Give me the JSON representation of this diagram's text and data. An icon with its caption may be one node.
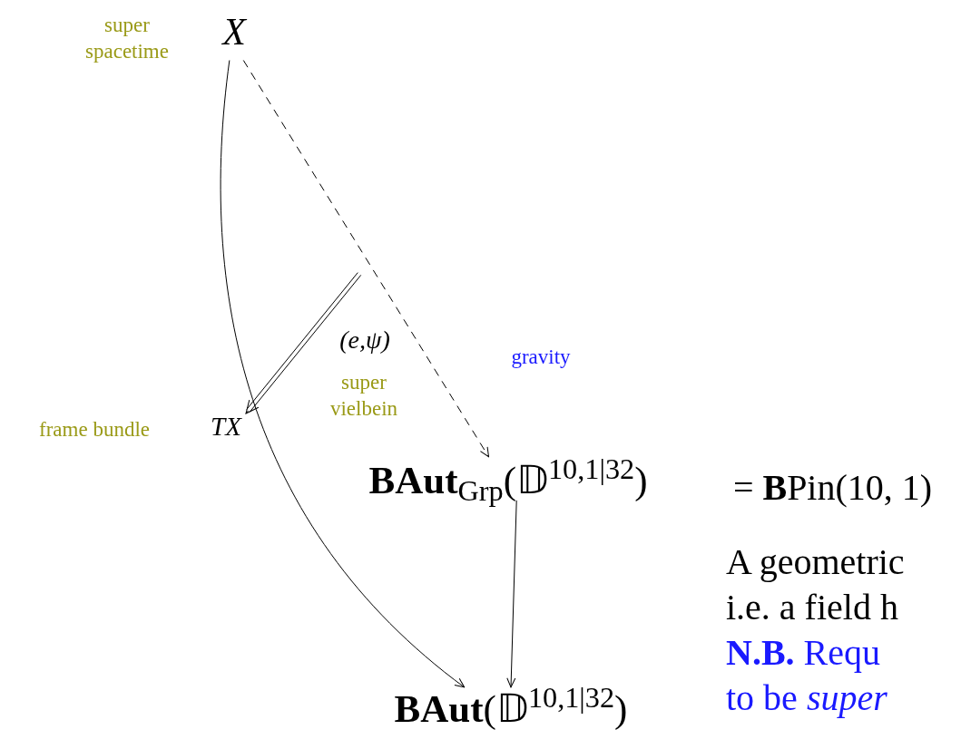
{
  "diagram": {
    "nodes": [
      {
        "text": [
          "X"
        ],
        "beside": [
          "super spacetime"
        ]
      },
      {
        "text": [
          "TX"
        ],
        "beside": [
          "frame bundle"
        ]
      },
      {
        "text": [
          "**BAut**$_{Grp}$(𝔻$^{10,1|32}$)"
        ],
        "beside": [
          "= **B**Pin(10, 1)"
        ]
      },
      {
        "text": [
          "**BAut**(𝔻$^{10,1|32}$)"
        ]
      }
    ],
    "edges": [
      {
        "from": null,
        "to": 1,
        "arrow": "to",
        "label": "(e,ψ)"
      },
      {
        "from": 0,
        "to": 2,
        "arrow": "to",
        "style": "dashed",
        "label": "gravity"
      },
      {
        "from": 0,
        "to": 3,
        "arrow": "to"
      },
      {
        "from": 2,
        "to": 3,
        "arrow": "to"
      }
    ],
    "labels": [
      "super vielbein",
      "A geometric",
      "i.e. a field h",
      "**N.B.** Requ",
      "to be *super*"
    ]
  }
}
